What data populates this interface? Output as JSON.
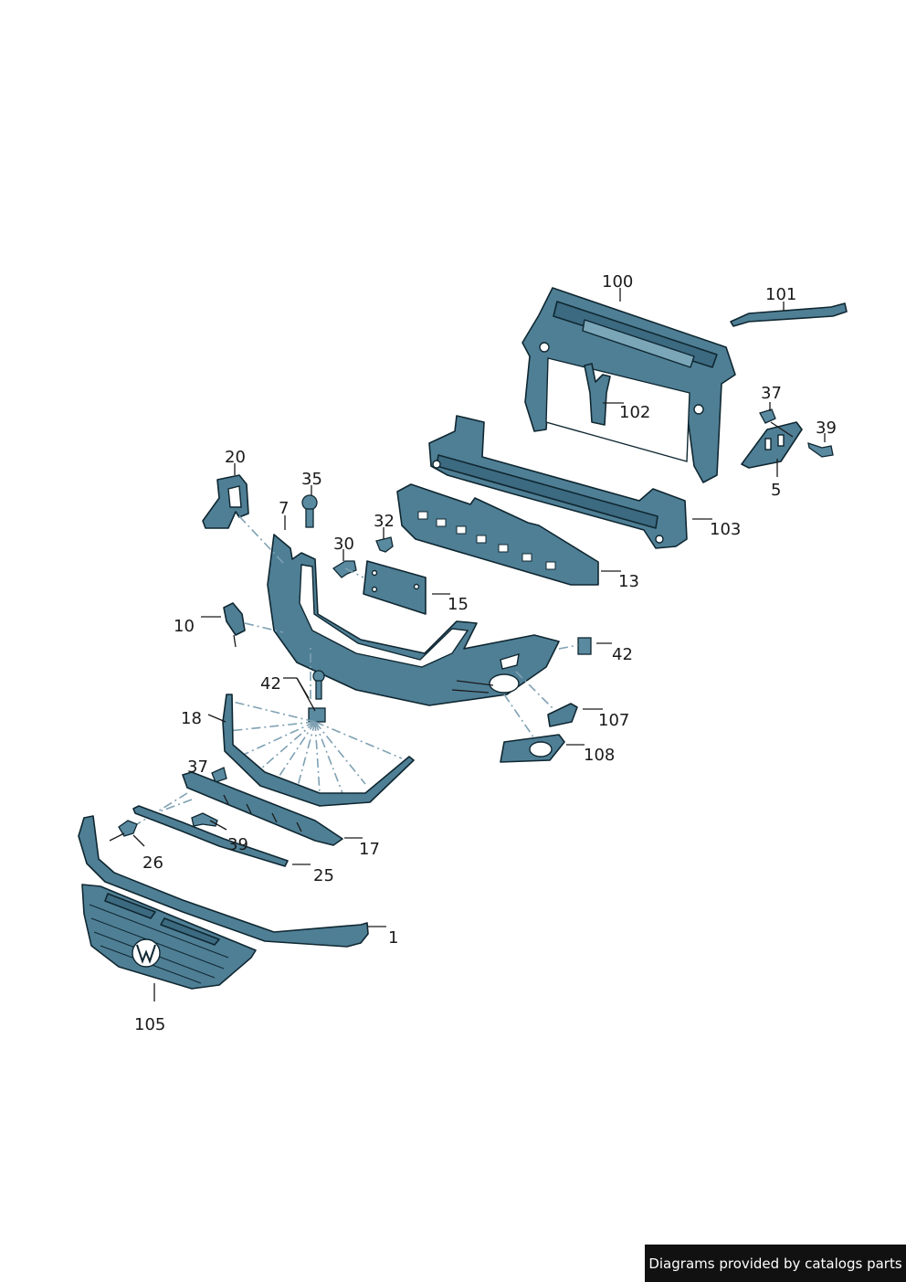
{
  "labels": {
    "l100": "100",
    "l101": "101",
    "l102": "102",
    "l37a": "37",
    "l39a": "39",
    "l5": "5",
    "l20": "20",
    "l35": "35",
    "l7": "7",
    "l32": "32",
    "l30": "30",
    "l103": "103",
    "l13": "13",
    "l15": "15",
    "l10": "10",
    "l42a": "42",
    "l42b": "42",
    "l107": "107",
    "l18": "18",
    "l108": "108",
    "l37b": "37",
    "l17": "17",
    "l39b": "39",
    "l26": "26",
    "l25": "25",
    "l1": "1",
    "l105": "105"
  },
  "footer": {
    "text": "Diagrams provided by catalogs parts"
  },
  "colors": {
    "part_fill": "#4f7f95",
    "outline": "#0f2731",
    "leader": "#1a1a1a",
    "footer_bg": "#111111"
  }
}
